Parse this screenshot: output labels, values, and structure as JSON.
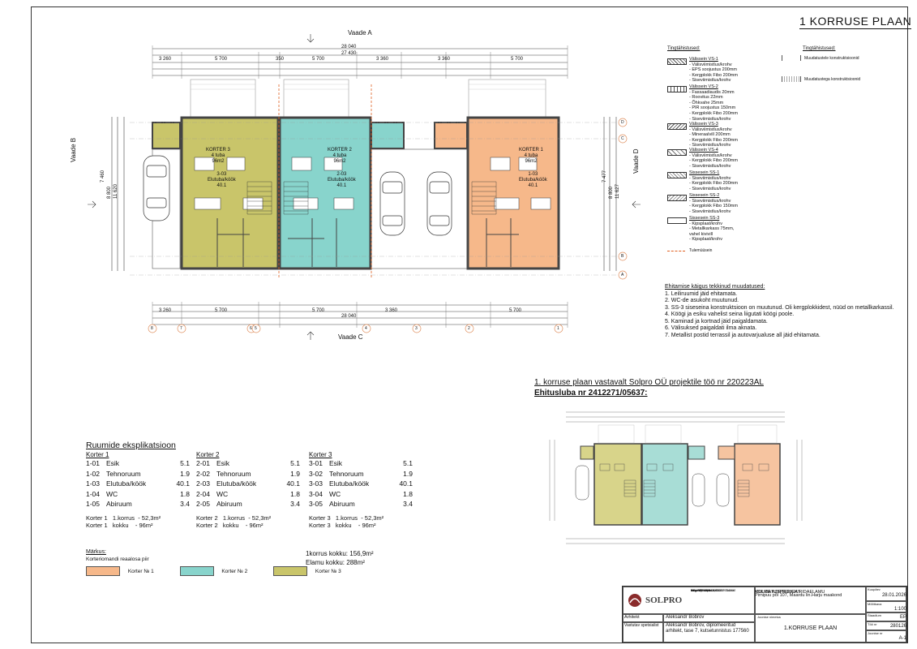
{
  "sheet_title": "1 KORRUSE PLAAN",
  "views": {
    "top": "Vaade A",
    "bottom": "Vaade C",
    "left": "Vaade B",
    "right": "Vaade D"
  },
  "dims": {
    "top_total": "28 040",
    "top_total2": "27 430",
    "top_row": [
      "3 260",
      "5 700",
      "350",
      "5 700",
      "3 360",
      "3 360",
      "5 700"
    ],
    "bottom_total": "28 040",
    "bottom_row": [
      "3 260",
      "5 700",
      "5 700",
      "3 360",
      "5 700"
    ],
    "left_v": [
      "7 460",
      "8 800",
      "11 620"
    ],
    "right_v": [
      "7 477",
      "8 800",
      "11 627"
    ]
  },
  "axes_top": [
    "D",
    "C"
  ],
  "axes_bottom": [
    "B",
    "A"
  ],
  "axes_numbers": [
    "8",
    "7",
    "6",
    "5",
    "4",
    "3",
    "2",
    "1"
  ],
  "apartments": [
    {
      "label": "KORTER 3",
      "rooms": "4 tuba",
      "area": "96m2",
      "room_id": "3-03",
      "room_name": "Elutuba/köök",
      "room_area": "40.1",
      "color": "#c9c56a"
    },
    {
      "label": "KORTER 2",
      "rooms": "4 tuba",
      "area": "96m2",
      "room_id": "2-03",
      "room_name": "Elutuba/köök",
      "room_area": "40.1",
      "color": "#88d4cc"
    },
    {
      "label": "KORTER 1",
      "rooms": "4 tuba",
      "area": "96m2",
      "room_id": "1-03",
      "room_name": "Elutuba/köök",
      "room_area": "40.1",
      "color": "#f6b88a"
    }
  ],
  "legend": {
    "title_left": "Tingtähistused:",
    "title_right": "Tingtähistused:",
    "items": [
      {
        "name": "Välissein VS-1",
        "lines": [
          "- Välisviimistlus/krohv",
          "- EPS soojustus 200mm",
          "- Kergplokk Fibo 200mm",
          "- Siseviimistlus/krohv"
        ]
      },
      {
        "name": "Välissein VS-2",
        "lines": [
          "- Fassaadiaudis 20mm",
          "- Roovitus 22mm",
          "- Õhkvahe 25mm",
          "- PIR soojustus 150mm",
          "- Kergplokk Fibo 200mm",
          "- Siseviimistlus/krohv"
        ]
      },
      {
        "name": "Välissein VS-3",
        "lines": [
          "- Välisviimistlus/krohv",
          "- Mineraalvill 200mm",
          "- Kergplokk Fibo 200mm",
          "- Siseviimistlus/krohv"
        ]
      },
      {
        "name": "Välissein VS-4",
        "lines": [
          "- Välisviimistlus/krohv",
          "- Kergplokk Fibo 200mm",
          "- Siseviimistlus/krohv"
        ]
      },
      {
        "name": "Sissesein SS-1",
        "lines": [
          "- Siseviimistlus/krohv",
          "- Kergplokk Fibo 200mm",
          "- Siseviimistlus/krohv"
        ]
      },
      {
        "name": "Sissesein SS-2",
        "lines": [
          "- Siseviimistlus/krohv",
          "- Kergplokk Fibo 150mm",
          "- Siseviimistlus/krohv"
        ]
      },
      {
        "name": "Sissesein SS-3",
        "lines": [
          "- Kipsplaat/krohv",
          "- Metallkarkass 75mm,",
          "  vahel kivivill",
          "- Kipsplaat/krohv"
        ]
      }
    ],
    "right_items": [
      "Muudatustele konstruktsioonid",
      "Muudatustega konstruktsioonid"
    ],
    "fire_wall": "Tulemüüsein"
  },
  "changes": {
    "title": "Ehitamise käigus tekkinud muudatused:",
    "items": [
      "1. Leiliruumid jäid ehitamata.",
      "2. WC-de asukoht muutunud.",
      "3. SS-3 siseseina konstruktsioon on muutunud. Oli kergplokkidest, nüüd on metallkarkassil.",
      "4. Köögi ja esiku vahelist seina liigutati köögi poole.",
      "5. Kaminad ja kortnad jäid paigaldamata.",
      "6. Välisuksed paigaldati ilma aknata.",
      "7. Metallist postid terrassil ja autovarjualuse all jäid ehitamata."
    ]
  },
  "inset": {
    "title": "1. korruse plaan vastavalt Solpro OÜ projektile töö nr 220223AL",
    "subtitle": "Ehitusluba nr 2412271/05637:"
  },
  "explication": {
    "title": "Ruumide eksplikatsioon",
    "columns": [
      {
        "header": "Korter 1",
        "rows": [
          [
            "1-01",
            "Esik",
            "5.1"
          ],
          [
            "1-02",
            "Tehnoruum",
            "1.9"
          ],
          [
            "1-03",
            "Elutuba/köök",
            "40.1"
          ],
          [
            "1-04",
            "WC",
            "1.8"
          ],
          [
            "1-05",
            "Abiruum",
            "3.4"
          ]
        ],
        "sum1": "Korter 1   1.korrus  - 52,3m²",
        "sum2": "Korter 1   kokku    - 96m²"
      },
      {
        "header": "Korter 2",
        "rows": [
          [
            "2-01",
            "Esik",
            "5.1"
          ],
          [
            "2-02",
            "Tehnoruum",
            "1.9"
          ],
          [
            "2-03",
            "Elutuba/köök",
            "40.1"
          ],
          [
            "2-04",
            "WC",
            "1.8"
          ],
          [
            "2-05",
            "Abiruum",
            "3.4"
          ]
        ],
        "sum1": "Korter 2   1.korrus  - 52,3m²",
        "sum2": "Korter 2   kokku    - 96m²"
      },
      {
        "header": "Korter 3",
        "rows": [
          [
            "3-01",
            "Esik",
            "5.1"
          ],
          [
            "3-02",
            "Tehnoruum",
            "1.9"
          ],
          [
            "3-03",
            "Elutuba/köök",
            "40.1"
          ],
          [
            "3-04",
            "WC",
            "1.8"
          ],
          [
            "3-05",
            "Abiruum",
            "3.4"
          ]
        ],
        "sum1": "Korter 3   1.korrus  - 52,3m²",
        "sum2": "Korter 3   kokku    - 96m²"
      }
    ]
  },
  "totals": {
    "floor": "1korrus kokku: 156,9m²",
    "building": "Elamu kokku:  288m²"
  },
  "markus": {
    "title": "Märkus:",
    "subtitle": "Korteriomandi reaalosa piir",
    "swatches": [
      {
        "label": "Korter № 1",
        "color": "#f6b88a"
      },
      {
        "label": "Korter № 2",
        "color": "#88d4cc"
      },
      {
        "label": "Korter № 3",
        "color": "#c9c56a"
      }
    ]
  },
  "titleblock": {
    "company": "SOLPRO",
    "company_info": [
      "SOLPRO OÜ",
      "Reg.NR.11961323 EEP001802",
      "Vilise Pesta tn 2, 11415 Tallinn",
      "solpro@solpro.ee",
      "tel. +372 56 640 850"
    ],
    "project_name": "KOLME KORTERIGA RIDAELAMU",
    "project_sub": "MUUDATUSPROJEKT",
    "address": "Pirnipuu põl 107, Maardu lin.Harju maakond",
    "joonise_label": "Joonise nimetus",
    "drawing_name": "1.KORRUSE PLAAN",
    "arhitekt_label": "Arhitekt",
    "arhitekt": "Aleksandr Bobrov",
    "vastutav_label": "Vastutav spetsialist",
    "vastutav": "Aleksandr Bobrov, diplomeeritud arhitekt, tase 7, kutsetunnistus 177560",
    "date_label": "Kuupäev",
    "date": "28.01.2026",
    "scale_label": "Mõõtkava",
    "scale": "1:100",
    "stage_label": "Staadium",
    "stage": "EP",
    "work_label": "Töö nr",
    "work": "280126",
    "sheet_label": "Joonise nr",
    "sheet": "A-1"
  }
}
